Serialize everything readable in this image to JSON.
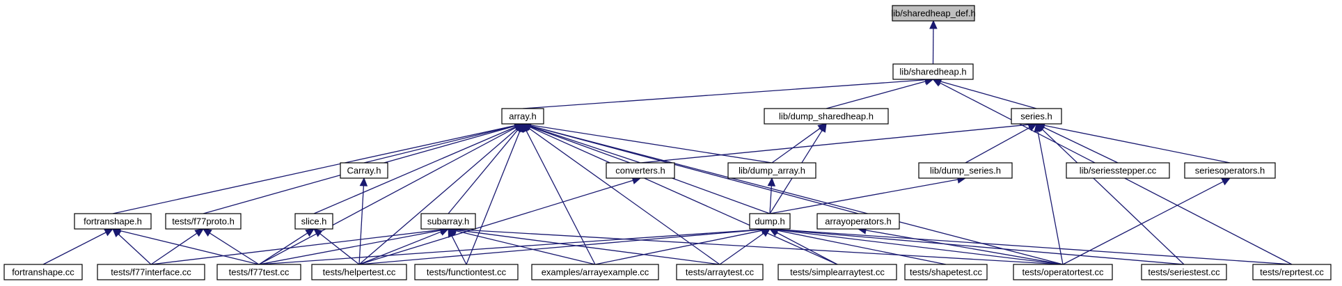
{
  "graph": {
    "nodes": [
      {
        "id": "sharedheap_def",
        "label": "lib/sharedheap_def.h",
        "root": true
      },
      {
        "id": "sharedheap",
        "label": "lib/sharedheap.h"
      },
      {
        "id": "array",
        "label": "array.h"
      },
      {
        "id": "dump_sharedheap",
        "label": "lib/dump_sharedheap.h"
      },
      {
        "id": "series",
        "label": "series.h"
      },
      {
        "id": "carray",
        "label": "Carray.h"
      },
      {
        "id": "converters",
        "label": "converters.h"
      },
      {
        "id": "dump_array",
        "label": "lib/dump_array.h"
      },
      {
        "id": "dump_series",
        "label": "lib/dump_series.h"
      },
      {
        "id": "seriesstepper",
        "label": "lib/seriesstepper.cc"
      },
      {
        "id": "seriesoperators",
        "label": "seriesoperators.h"
      },
      {
        "id": "fortranshape",
        "label": "fortranshape.h"
      },
      {
        "id": "f77proto",
        "label": "tests/f77proto.h"
      },
      {
        "id": "slice",
        "label": "slice.h"
      },
      {
        "id": "subarray",
        "label": "subarray.h"
      },
      {
        "id": "dump",
        "label": "dump.h"
      },
      {
        "id": "arrayoperators",
        "label": "arrayoperators.h"
      },
      {
        "id": "fortranshape_cc",
        "label": "fortranshape.cc"
      },
      {
        "id": "f77interface",
        "label": "tests/f77interface.cc"
      },
      {
        "id": "f77test",
        "label": "tests/f77test.cc"
      },
      {
        "id": "helpertest",
        "label": "tests/helpertest.cc"
      },
      {
        "id": "functiontest",
        "label": "tests/functiontest.cc"
      },
      {
        "id": "arrayexample",
        "label": "examples/arrayexample.cc"
      },
      {
        "id": "arraytest",
        "label": "tests/arraytest.cc"
      },
      {
        "id": "simplearraytest",
        "label": "tests/simplearraytest.cc"
      },
      {
        "id": "shapetest",
        "label": "tests/shapetest.cc"
      },
      {
        "id": "operatortest",
        "label": "tests/operatortest.cc"
      },
      {
        "id": "seriestest",
        "label": "tests/seriestest.cc"
      },
      {
        "id": "reprtest",
        "label": "tests/reprtest.cc"
      }
    ],
    "edges": [
      [
        "sharedheap",
        "sharedheap_def"
      ],
      [
        "array",
        "sharedheap"
      ],
      [
        "dump_sharedheap",
        "sharedheap"
      ],
      [
        "series",
        "sharedheap"
      ],
      [
        "reprtest",
        "sharedheap"
      ],
      [
        "fortranshape",
        "array"
      ],
      [
        "f77proto",
        "array"
      ],
      [
        "slice",
        "array"
      ],
      [
        "f77test",
        "array"
      ],
      [
        "carray",
        "array"
      ],
      [
        "helpertest",
        "array"
      ],
      [
        "subarray",
        "array"
      ],
      [
        "functiontest",
        "array"
      ],
      [
        "arrayexample",
        "array"
      ],
      [
        "converters",
        "array"
      ],
      [
        "arraytest",
        "array"
      ],
      [
        "dump_array",
        "array"
      ],
      [
        "dump",
        "array"
      ],
      [
        "arrayoperators",
        "array"
      ],
      [
        "operatortest",
        "array"
      ],
      [
        "dump_array",
        "dump_sharedheap"
      ],
      [
        "dump",
        "dump_sharedheap"
      ],
      [
        "converters",
        "series"
      ],
      [
        "dump_series",
        "series"
      ],
      [
        "seriesstepper",
        "series"
      ],
      [
        "seriesoperators",
        "series"
      ],
      [
        "operatortest",
        "series"
      ],
      [
        "seriestest",
        "series"
      ],
      [
        "helpertest",
        "carray"
      ],
      [
        "helpertest",
        "converters"
      ],
      [
        "dump",
        "dump_array"
      ],
      [
        "dump",
        "dump_series"
      ],
      [
        "operatortest",
        "seriesoperators"
      ],
      [
        "fortranshape_cc",
        "fortranshape"
      ],
      [
        "f77interface",
        "fortranshape"
      ],
      [
        "f77test",
        "fortranshape"
      ],
      [
        "f77interface",
        "f77proto"
      ],
      [
        "f77test",
        "f77proto"
      ],
      [
        "f77test",
        "slice"
      ],
      [
        "helpertest",
        "slice"
      ],
      [
        "f77interface",
        "subarray"
      ],
      [
        "f77test",
        "subarray"
      ],
      [
        "helpertest",
        "subarray"
      ],
      [
        "functiontest",
        "subarray"
      ],
      [
        "arrayexample",
        "subarray"
      ],
      [
        "arraytest",
        "subarray"
      ],
      [
        "operatortest",
        "subarray"
      ],
      [
        "f77test",
        "dump"
      ],
      [
        "helpertest",
        "dump"
      ],
      [
        "arrayexample",
        "dump"
      ],
      [
        "arraytest",
        "dump"
      ],
      [
        "simplearraytest",
        "dump"
      ],
      [
        "shapetest",
        "dump"
      ],
      [
        "operatortest",
        "dump"
      ],
      [
        "seriestest",
        "dump"
      ],
      [
        "reprtest",
        "dump"
      ],
      [
        "operatortest",
        "arrayoperators"
      ],
      [
        "simplearraytest",
        "array"
      ]
    ]
  }
}
